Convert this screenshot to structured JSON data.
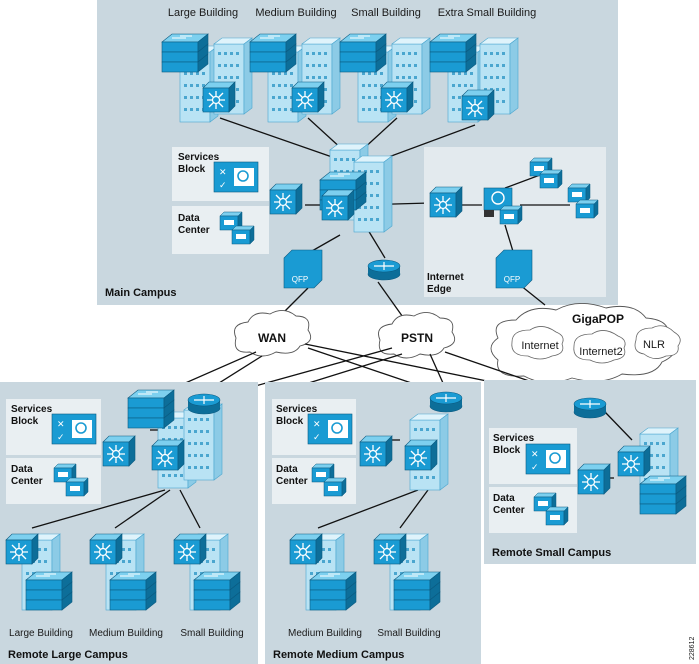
{
  "main_campus": {
    "title": "Main Campus",
    "buildings": [
      "Large Building",
      "Medium Building",
      "Small Building",
      "Extra Small Building"
    ],
    "services_block": {
      "line1": "Services",
      "line2": "Block"
    },
    "data_center": {
      "line1": "Data",
      "line2": "Center"
    },
    "internet_edge": {
      "line1": "Internet",
      "line2": "Edge"
    },
    "qfp_label": "QFP",
    "edge_qfp_label": "QFP"
  },
  "wan": {
    "label": "WAN"
  },
  "pstn": {
    "label": "PSTN"
  },
  "gigapop": {
    "title": "GigaPOP",
    "items": [
      "Internet",
      "Internet2",
      "NLR"
    ]
  },
  "remote_large": {
    "title": "Remote Large Campus",
    "services_block": {
      "line1": "Services",
      "line2": "Block"
    },
    "data_center": {
      "line1": "Data",
      "line2": "Center"
    },
    "buildings": [
      "Large Building",
      "Medium Building",
      "Small Building"
    ]
  },
  "remote_medium": {
    "title": "Remote Medium Campus",
    "services_block": {
      "line1": "Services",
      "line2": "Block"
    },
    "data_center": {
      "line1": "Data",
      "line2": "Center"
    },
    "buildings": [
      "Medium Building",
      "Small Building"
    ]
  },
  "remote_small": {
    "title": "Remote Small Campus",
    "services_block": {
      "line1": "Services",
      "line2": "Block"
    },
    "data_center": {
      "line1": "Data",
      "line2": "Center"
    }
  },
  "figure_id": "228612",
  "colors": {
    "panel": "#c9d7df",
    "subpanel": "#e9eff2",
    "device": "#1a9bd3",
    "device_dark": "#0d6e99",
    "device_light": "#7dd0ef",
    "building": "#b9e3f4"
  }
}
